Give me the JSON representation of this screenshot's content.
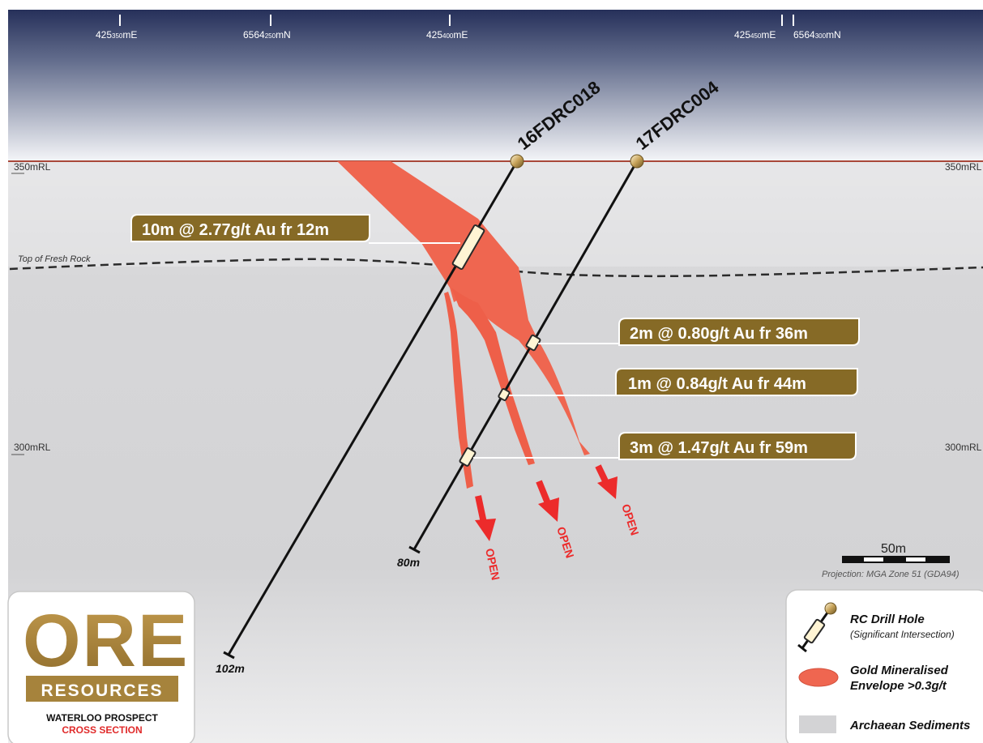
{
  "grid_labels": [
    {
      "main": "425",
      "sub": "350",
      "suffix": "mE"
    },
    {
      "main": "6564",
      "sub": "250",
      "suffix": "mN"
    },
    {
      "main": "425",
      "sub": "400",
      "suffix": "mE"
    },
    {
      "main": "425",
      "sub": "450",
      "suffix": "mE"
    },
    {
      "main": "6564",
      "sub": "300",
      "suffix": "mN"
    }
  ],
  "rl_labels": {
    "rl350": "350mRL",
    "rl300": "300mRL"
  },
  "fresh_rock_label": "Top of Fresh Rock",
  "drill_holes": [
    {
      "name": "16FDRC018",
      "end_depth": "102m"
    },
    {
      "name": "17FDRC004",
      "end_depth": "80m"
    }
  ],
  "intercepts": [
    "10m @ 2.77g/t Au fr 12m",
    "2m @ 0.80g/t Au fr 36m",
    "1m @ 0.84g/t Au fr 44m",
    "3m @ 1.47g/t Au fr 59m"
  ],
  "open_label": "OPEN",
  "scale": {
    "label": "50m",
    "projection": "Projection: MGA Zone 51 (GDA94)"
  },
  "logo": {
    "ore": "ORE",
    "resources": "RESOURCES",
    "line1": "WATERLOO PROSPECT",
    "line2": "CROSS SECTION"
  },
  "legend": {
    "drill_hole": "RC Drill Hole",
    "drill_hole_sub": "(Significant Intersection)",
    "envelope_line1": "Gold Mineralised",
    "envelope_line2": "Envelope >0.3g/t",
    "sediments": "Archaean Sediments"
  },
  "colors": {
    "sky_top": "#27315a",
    "rock": "#d6d6d8",
    "ore_envelope": "#ef6650",
    "arrow_red": "#ec2b2b",
    "label_gold": "#866a26",
    "logo_gold": "#a6833c"
  }
}
